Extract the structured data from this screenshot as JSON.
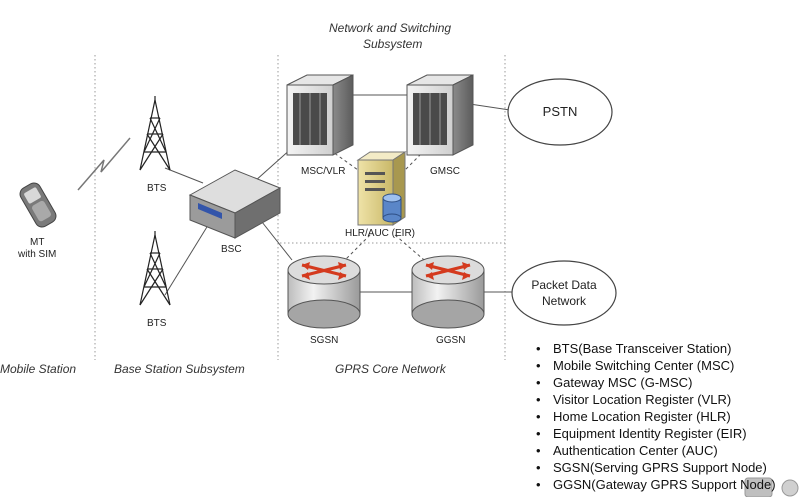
{
  "sections": {
    "nss_title": [
      "Network and Switching",
      "Subsystem"
    ],
    "mobile_station": "Mobile Station",
    "bss": "Base Station Subsystem",
    "gprs": "GPRS Core Network"
  },
  "nodes": {
    "mt": [
      "MT",
      "with SIM"
    ],
    "bts_top": "BTS",
    "bts_bottom": "BTS",
    "bsc": "BSC",
    "msc": "MSC/VLR",
    "gmsc": "GMSC",
    "hlr": "HLR/AUC (EIR)",
    "sgsn": "SGSN",
    "ggsn": "GGSN",
    "pstn": "PSTN",
    "pdn": [
      "Packet Data",
      "Network"
    ]
  },
  "legend": [
    "BTS(Base Transceiver Station)",
    "Mobile Switching Center (MSC)",
    "Gateway MSC (G-MSC)",
    "Visitor Location Register (VLR)",
    "Home Location Register (HLR)",
    "Equipment Identity Register (EIR)",
    "Authentication Center (AUC)",
    "SGSN(Serving GPRS Support Node)",
    "GGSN(Gateway GPRS Support Node)"
  ]
}
